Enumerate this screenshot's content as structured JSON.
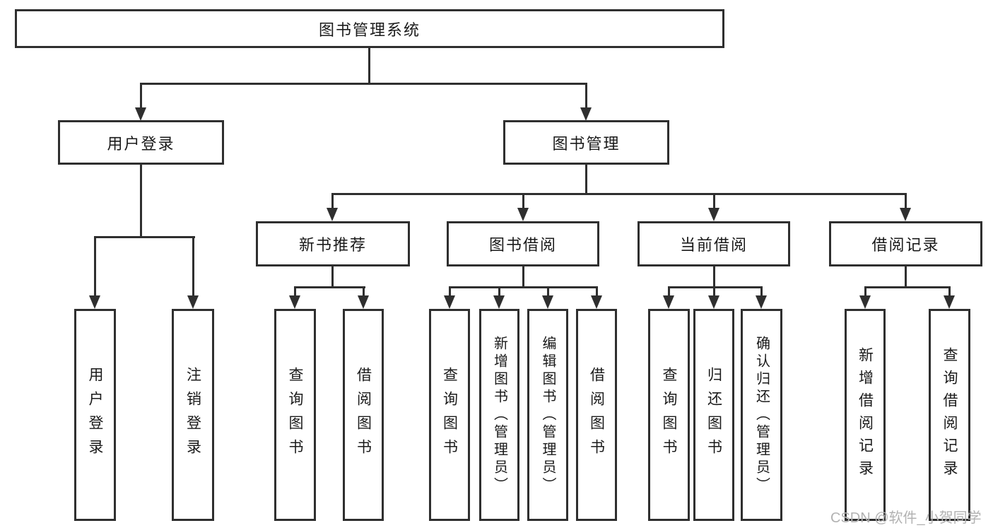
{
  "tree": {
    "label": "图书管理系统",
    "children": [
      {
        "label": "用户登录",
        "children": [
          {
            "label": "用户登录"
          },
          {
            "label": "注销登录"
          }
        ]
      },
      {
        "label": "图书管理",
        "children": [
          {
            "label": "新书推荐",
            "children": [
              {
                "label": "查询图书"
              },
              {
                "label": "借阅图书"
              }
            ]
          },
          {
            "label": "图书借阅",
            "children": [
              {
                "label": "查询图书"
              },
              {
                "label": "新增图书（管理员）"
              },
              {
                "label": "编辑图书（管理员）"
              },
              {
                "label": "借阅图书"
              }
            ]
          },
          {
            "label": "当前借阅",
            "children": [
              {
                "label": "查询图书"
              },
              {
                "label": "归还图书"
              },
              {
                "label": "确认归还（管理员）"
              }
            ]
          },
          {
            "label": "借阅记录",
            "children": [
              {
                "label": "新增借阅记录"
              },
              {
                "label": "查询借阅记录"
              }
            ]
          }
        ]
      }
    ]
  },
  "watermark": "CSDN @软件_小贺同学",
  "colors": {
    "line": "#2f2f2f",
    "text": "#1a1a1a",
    "watermark": "#b2b2b2",
    "background": "#ffffff"
  }
}
